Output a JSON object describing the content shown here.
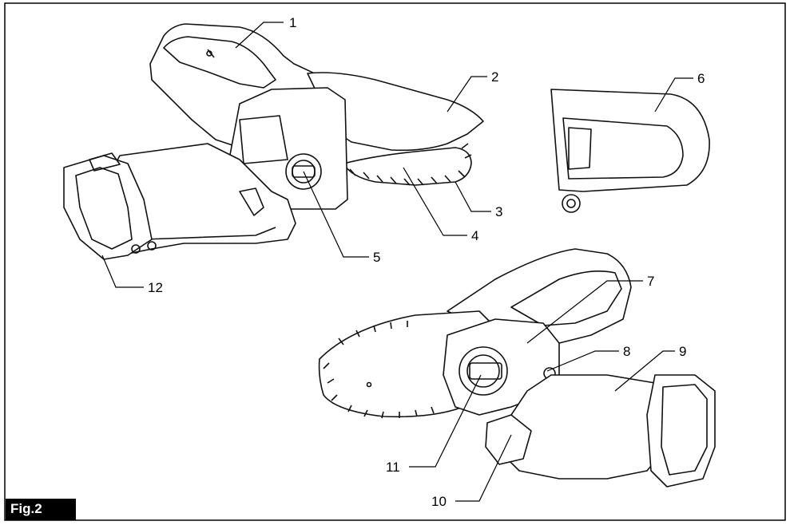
{
  "figure": {
    "label": "Fig.2"
  },
  "callouts": [
    {
      "number": "1"
    },
    {
      "number": "2"
    },
    {
      "number": "3"
    },
    {
      "number": "4"
    },
    {
      "number": "5"
    },
    {
      "number": "6"
    },
    {
      "number": "7"
    },
    {
      "number": "8"
    },
    {
      "number": "9"
    },
    {
      "number": "10"
    },
    {
      "number": "11"
    },
    {
      "number": "12"
    }
  ]
}
